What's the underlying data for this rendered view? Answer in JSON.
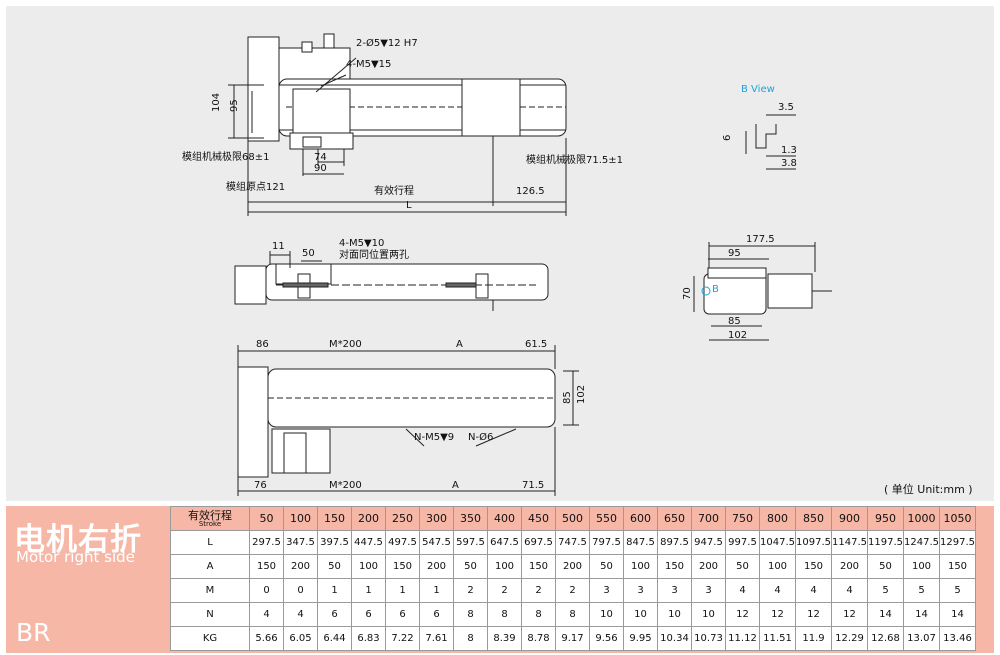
{
  "drawing": {
    "annotations": {
      "hole_spec_top": "2-Ø5▼12 H7",
      "thread_top": "4-M5▼15",
      "dim_104": "104",
      "dim_95": "95",
      "mech_limit_left": "模组机械极限68±1",
      "dim_74": "74",
      "dim_90": "90",
      "mech_limit_right": "模组机械极限71.5±1",
      "origin": "模组原点121",
      "effective_stroke": "有效行程",
      "dim_126_5": "126.5",
      "dim_L": "L",
      "b_view_label": "B View",
      "bv_3_5": "3.5",
      "bv_6": "6",
      "bv_1_3": "1.3",
      "bv_3_8": "3.8",
      "side_11": "11",
      "side_50": "50",
      "side_thread": "4-M5▼10",
      "side_note": "对面同位置两孔",
      "end_177_5": "177.5",
      "end_95": "95",
      "end_70": "70",
      "end_B": "B",
      "end_85": "85",
      "end_102": "102",
      "plan_86": "86",
      "plan_M200_top": "M*200",
      "plan_A_top": "A",
      "plan_61_5": "61.5",
      "plan_85": "85",
      "plan_102": "102",
      "plan_NM5": "N-M5▼9",
      "plan_NØ6": "N-Ø6",
      "plan_76": "76",
      "plan_M200_bot": "M*200",
      "plan_A_bot": "A",
      "plan_71_5": "71.5"
    },
    "unit_note": "( 单位 Unit:mm )"
  },
  "spec": {
    "title_cn": "电机右折",
    "title_en": "Motor right side",
    "code": "BR",
    "stroke_label_cn": "有效行程",
    "stroke_label_en": "Stroke",
    "strokes": [
      "50",
      "100",
      "150",
      "200",
      "250",
      "300",
      "350",
      "400",
      "450",
      "500",
      "550",
      "600",
      "650",
      "700",
      "750",
      "800",
      "850",
      "900",
      "950",
      "1000",
      "1050"
    ],
    "rows": [
      {
        "label": "L",
        "values": [
          "297.5",
          "347.5",
          "397.5",
          "447.5",
          "497.5",
          "547.5",
          "597.5",
          "647.5",
          "697.5",
          "747.5",
          "797.5",
          "847.5",
          "897.5",
          "947.5",
          "997.5",
          "1047.5",
          "1097.5",
          "1147.5",
          "1197.5",
          "1247.5",
          "1297.5"
        ]
      },
      {
        "label": "A",
        "values": [
          "150",
          "200",
          "50",
          "100",
          "150",
          "200",
          "50",
          "100",
          "150",
          "200",
          "50",
          "100",
          "150",
          "200",
          "50",
          "100",
          "150",
          "200",
          "50",
          "100",
          "150"
        ]
      },
      {
        "label": "M",
        "values": [
          "0",
          "0",
          "1",
          "1",
          "1",
          "1",
          "2",
          "2",
          "2",
          "2",
          "3",
          "3",
          "3",
          "3",
          "4",
          "4",
          "4",
          "4",
          "5",
          "5",
          "5"
        ]
      },
      {
        "label": "N",
        "values": [
          "4",
          "4",
          "6",
          "6",
          "6",
          "6",
          "8",
          "8",
          "8",
          "8",
          "10",
          "10",
          "10",
          "10",
          "12",
          "12",
          "12",
          "12",
          "14",
          "14",
          "14"
        ]
      },
      {
        "label": "KG",
        "values": [
          "5.66",
          "6.05",
          "6.44",
          "6.83",
          "7.22",
          "7.61",
          "8",
          "8.39",
          "8.78",
          "9.17",
          "9.56",
          "9.95",
          "10.34",
          "10.73",
          "11.12",
          "11.51",
          "11.9",
          "12.29",
          "12.68",
          "13.07",
          "13.46"
        ]
      }
    ]
  }
}
